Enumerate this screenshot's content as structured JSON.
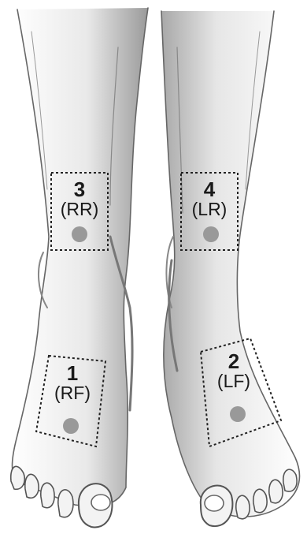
{
  "zones": [
    {
      "number": "1",
      "code": "(RF)"
    },
    {
      "number": "2",
      "code": "(LF)"
    },
    {
      "number": "3",
      "code": "(RR)"
    },
    {
      "number": "4",
      "code": "(LR)"
    }
  ],
  "colors": {
    "sketch": "#555555",
    "shade": "#8a8a8a",
    "marker": "#999999",
    "box": "#222222"
  }
}
